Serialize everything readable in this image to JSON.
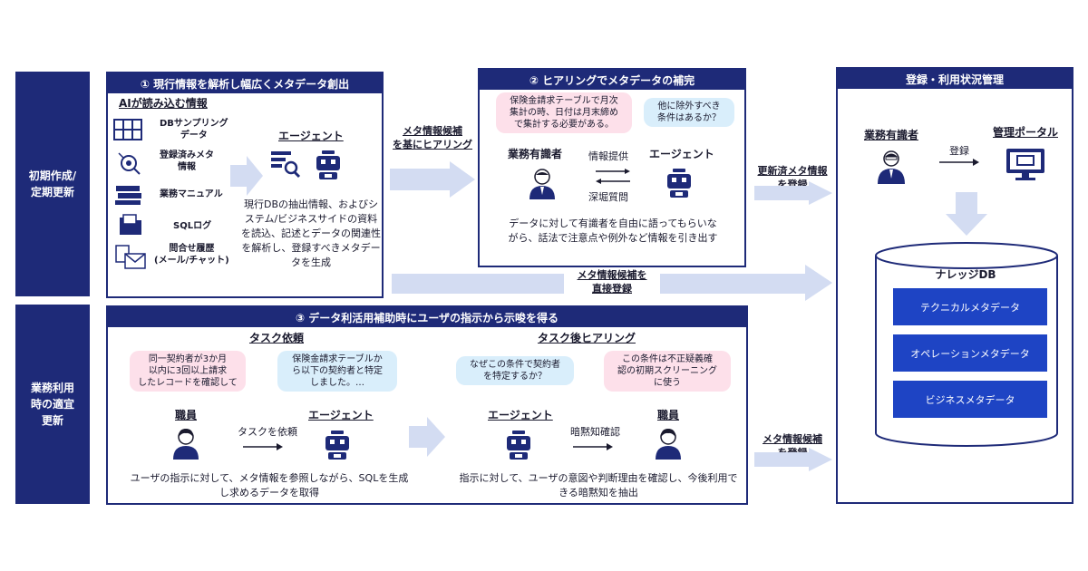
{
  "rows": {
    "row1": "初期作成/\n定期更新",
    "row2": "業務利用\n時の適宜\n更新"
  },
  "panel1": {
    "title": "① 現行情報を解析し幅広くメタデータ創出",
    "ai_heading": "AIが読み込む情報",
    "items": [
      "DBサンプリング\nデータ",
      "登録済みメタ\n情報",
      "業務マニュアル",
      "SQLログ",
      "問合せ履歴\n(メール/チャット)"
    ],
    "agent_label": "エージェント",
    "desc": "現行DBの抽出情報、およびシステム/ビジネスサイドの資料を読込、記述とデータの関連性を解析し、登録すべきメタデータを生成"
  },
  "arrow1": "メタ情報候補\nを基にヒアリング",
  "panel2": {
    "title": "② ヒアリングでメタデータの補完",
    "bubble_left": "保険金請求テーブルで月次\n集計の時、日付は月末締め\nで集計する必要がある。",
    "bubble_right": "他に除外すべき\n条件はあるか？",
    "expert_label": "業務有識者",
    "agent_label": "エージェント",
    "provide": "情報提供",
    "deep": "深堀質問",
    "desc": "データに対して有識者を自由に語ってもらいながら、話法で注意点や例外など情報を引き出す"
  },
  "arrow2": "更新済メタ情報\nを登録",
  "arrow_direct": "メタ情報候補を\n直接登録",
  "panel3": {
    "title": "③ データ利活用補助時にユーザの指示から示唆を得る",
    "task_req": "タスク依頼",
    "task_hear": "タスク後ヒアリング",
    "bubble1": "同一契約者が3か月\n以内に3回以上請求\nしたレコードを確認して",
    "bubble2": "保険金請求テーブルか\nら以下の契約者と特定\nしました。…",
    "bubble3": "なぜこの条件で契約者\nを特定するか？",
    "bubble4": "この条件は不正疑義確\n認の初期スクリーニング\nに使う",
    "staff1": "職員",
    "agent1": "エージェント",
    "task_arrow": "タスクを依頼",
    "agent2": "エージェント",
    "tacit": "暗黙知確認",
    "staff2": "職員",
    "desc_left": "ユーザの指示に対して、メタ情報を参照しながら、SQLを生成し求めるデータを取得",
    "desc_right": "指示に対して、ユーザの意図や判断理由を確認し、今後利用できる暗黙知を抽出"
  },
  "arrow3": "メタ情報候補\nを登録",
  "panel4": {
    "title": "登録・利用状況管理",
    "expert": "業務有識者",
    "register": "登録",
    "portal": "管理ポータル",
    "db_title": "ナレッジDB",
    "metas": [
      "テクニカルメタデータ",
      "オペレーションメタデータ",
      "ビジネスメタデータ"
    ]
  },
  "colors": {
    "navy": "#1e2a78",
    "blue": "#1e44c4",
    "arrow": "#d3dcf2",
    "pink": "#fde0ea",
    "lightblue": "#d9eefb"
  }
}
